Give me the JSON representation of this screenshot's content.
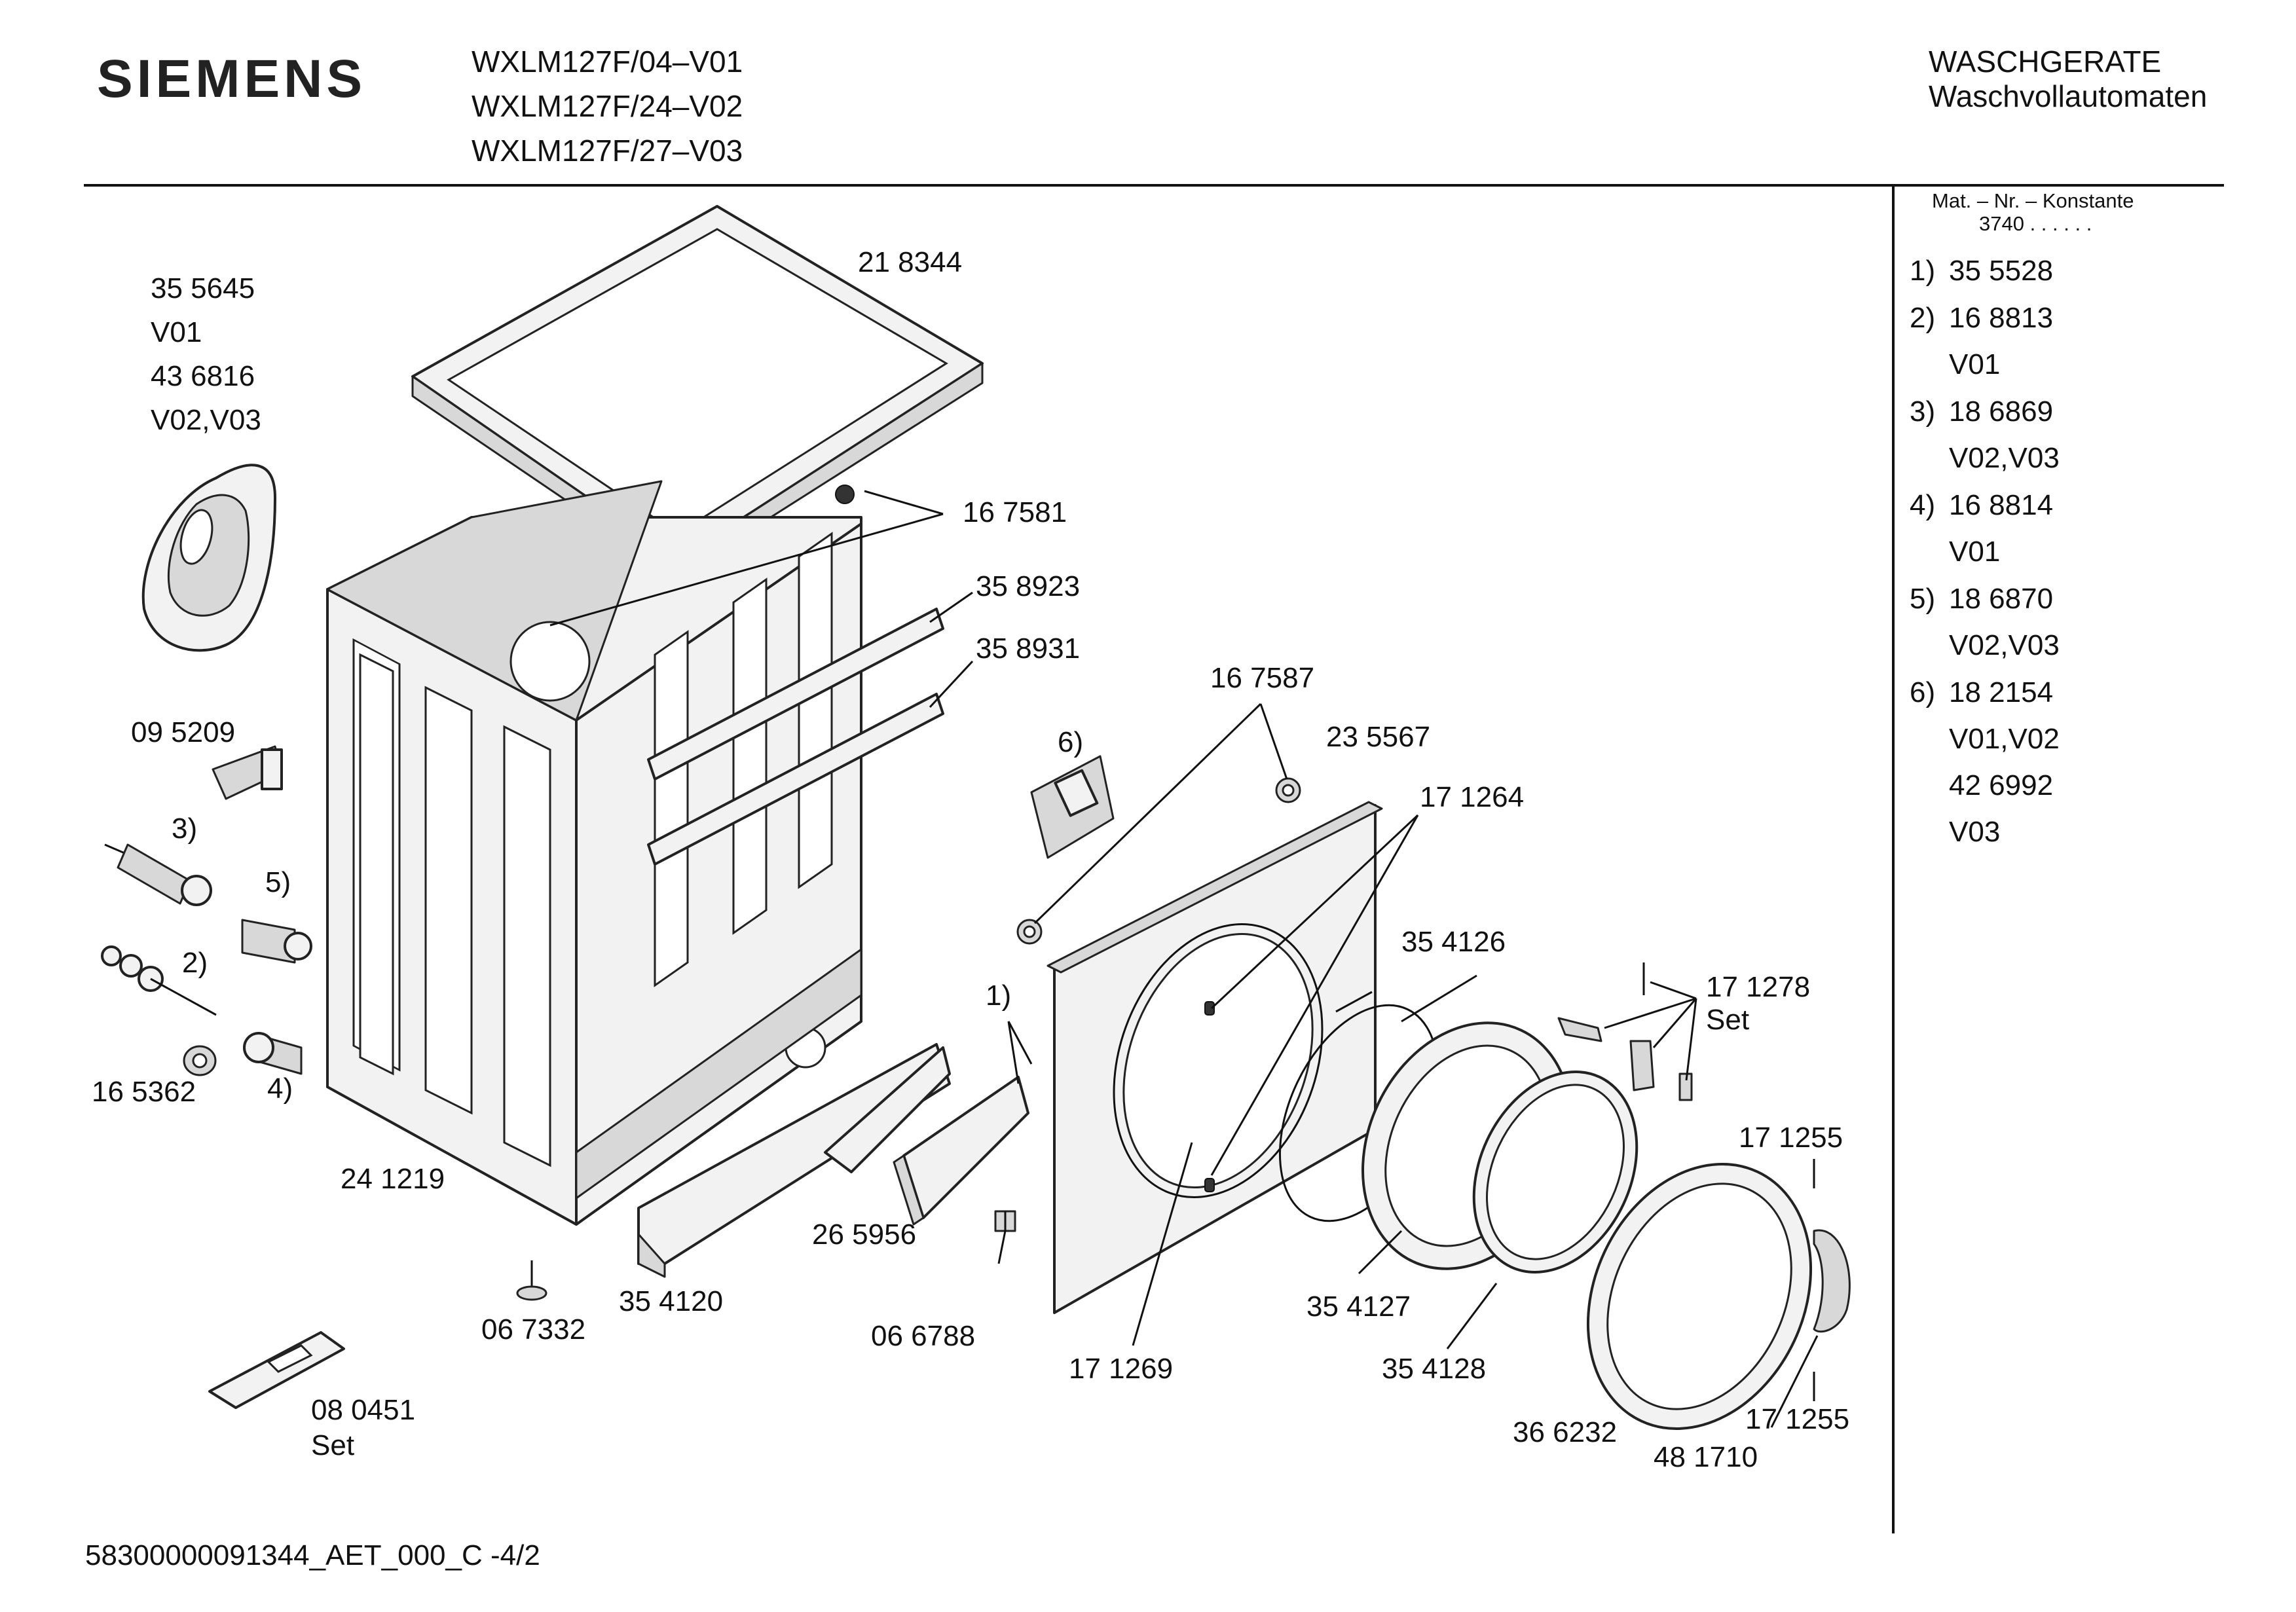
{
  "header": {
    "brand": "SIEMENS",
    "models": [
      "WXLM127F/04–V01",
      "WXLM127F/24–V02",
      "WXLM127F/27–V03"
    ],
    "category": "WASCHGERATE",
    "subcategory": "Waschvollautomaten"
  },
  "sidebar": {
    "constant_label": "Mat. – Nr. – Konstante",
    "constant_value": "3740  .  .  .  .  .  .",
    "items": [
      {
        "num": "1)",
        "part": "35 5528",
        "note": ""
      },
      {
        "num": "2)",
        "part": "16 8813",
        "note": "V01"
      },
      {
        "num": "3)",
        "part": "18 6869",
        "note": "V02,V03"
      },
      {
        "num": "4)",
        "part": "16 8814",
        "note": "V01"
      },
      {
        "num": "5)",
        "part": "18 6870",
        "note": "V02,V03"
      },
      {
        "num": "6)",
        "part": "18 2154",
        "note": "V01,V02"
      },
      {
        "num": "",
        "part": "42 6992",
        "note": "V03"
      }
    ]
  },
  "labels": {
    "p355645": "35 5645",
    "v01_a": "V01",
    "p436816": "43 6816",
    "v0203_a": "V02,V03",
    "p218344": "21 8344",
    "p167581": "16 7581",
    "p358923": "35 8923",
    "p358931": "35 8931",
    "p095209": "09 5209",
    "ref3": "3)",
    "ref5": "5)",
    "ref2": "2)",
    "ref4": "4)",
    "p165362": "16 5362",
    "p241219": "24 1219",
    "ref1": "1)",
    "p265956": "26 5956",
    "p354120": "35 4120",
    "p067332": "06 7332",
    "p066788": "06 6788",
    "p080451": "08 0451",
    "set_a": "Set",
    "ref6": "6)",
    "p167587": "16 7587",
    "p235567": "23 5567",
    "p171264": "17 1264",
    "p354126": "35 4126",
    "p171278": "17 1278",
    "set_b": "Set",
    "p171255_top": "17 1255",
    "p171269": "17 1269",
    "p354127": "35 4127",
    "p354128": "35 4128",
    "p366232": "36 6232",
    "p481710": "48 1710",
    "p171255_bot": "17 1255"
  },
  "footer": {
    "code": "58300000091344_AET_000_C -4/2"
  }
}
